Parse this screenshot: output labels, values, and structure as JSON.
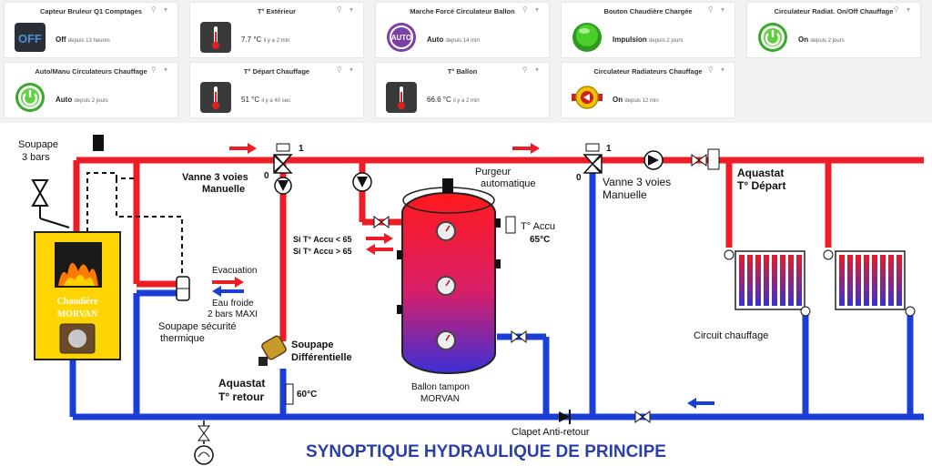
{
  "widgets": [
    {
      "title": "Capteur Bruleur Q1 Comptages",
      "value": "Off",
      "since": "depuis 13 heures",
      "icon": "off-display-icon"
    },
    {
      "title": "T° Extérieur",
      "value": "7.7 °C",
      "since": "il y a 2 min",
      "icon": "thermometer-icon"
    },
    {
      "title": "Marche Forcé Circulateur Ballon",
      "value": "Auto",
      "since": "depuis 14 min",
      "icon": "auto-cycle-icon"
    },
    {
      "title": "Bouton Chaudière Chargée",
      "value": "Impulsion",
      "since": "depuis 2 jours",
      "icon": "green-button-icon"
    },
    {
      "title": "Circulateur Radiat. On/Off Chauffage",
      "value": "On",
      "since": "depuis 2 jours",
      "icon": "power-on-icon"
    },
    {
      "title": "Auto/Manu Circulateurs Chauffage",
      "value": "Auto",
      "since": "depuis 2 jours",
      "icon": "power-on-icon"
    },
    {
      "title": "T° Départ Chauffage",
      "value": "51 °C",
      "since": "il y a 40 sec",
      "icon": "thermometer-icon"
    },
    {
      "title": "T° Ballon",
      "value": "66.6 °C",
      "since": "il y a 2 min",
      "icon": "thermometer-icon"
    },
    {
      "title": "Circulateur Radiateurs Chauffage",
      "value": "On",
      "since": "depuis 12 min",
      "icon": "circulator-pump-icon"
    }
  ],
  "tools_glyph": "⚲ ▾",
  "diagram": {
    "labels": {
      "soupape3": "Soupape",
      "soupape3b": "3 bars",
      "chaudiere": "Chaudière",
      "morvan": "MORVAN",
      "vanne_left": "Vanne 3 voies",
      "vanne_left_b": "Manuelle",
      "vanne_right": "Vanne 3 voies",
      "vanne_right_b": "Manuelle",
      "one_left": "1",
      "zero_left": "0",
      "one_right": "1",
      "zero_right": "0",
      "purgeur": "Purgeur",
      "purgeur_b": "automatique",
      "taccu": "T° Accu",
      "taccu_val": "65°C",
      "si_lt": "Si T° Accu < 65",
      "si_gt": "Si T° Accu > 65",
      "evacuation": "Evacuation",
      "eau_froide": "Eau froide",
      "bars_maxi": "2 bars MAXI",
      "soupape_sec": "Soupape sécurité",
      "thermique": "thermique",
      "soupape_diff": "Soupape",
      "differentielle": "Différentielle",
      "aquastat_ret": "Aquastat",
      "tretour": "T° retour",
      "val_60": "60°C",
      "ballon": "Ballon tampon",
      "ballon_b": "MORVAN",
      "aquastat_dep": "Aquastat",
      "tdepart": "T° Départ",
      "circuit": "Circuit chauffage",
      "clapet": "Clapet  Anti-retour",
      "synoptique": "SYNOPTIQUE HYDRAULIQUE DE PRINCIPE"
    },
    "colors": {
      "hot": "#ee1c24",
      "cold": "#1a3fd6",
      "boiler": "#ffd400",
      "title": "#2b3fa8"
    }
  }
}
